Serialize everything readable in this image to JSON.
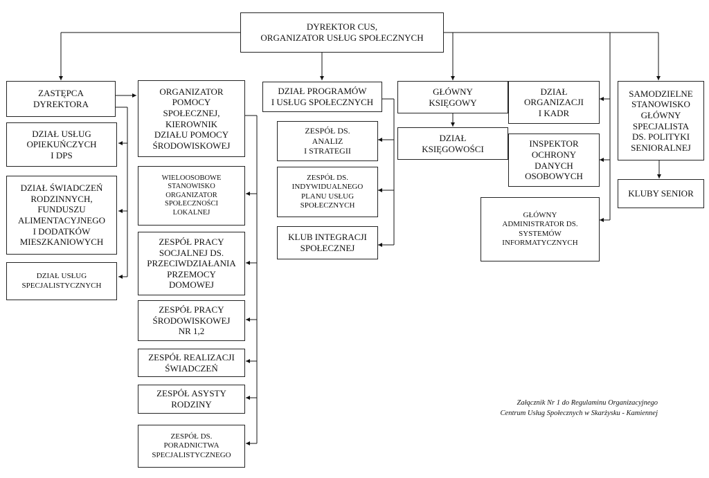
{
  "director": "DYREKTOR CUS,\nORGANIZATOR USŁUG SPOŁECZNYCH",
  "deputy": "ZASTĘPCA\nDYREKTORA",
  "deputy_units": [
    "DZIAŁ USŁUG\nOPIEKUŃCZYCH\nI DPS",
    "DZIAŁ ŚWIADCZEŃ\nRODZINNYCH,\nFUNDUSZU\nALIMENTACYJNEGO\nI DODATKÓW\nMIESZKANIOWYCH",
    "DZIAŁ USŁUG\nSPECJALISTYCZNYCH"
  ],
  "organizer": "ORGANIZATOR\nPOMOCY\nSPOŁECZNEJ,\nKIEROWNIK\nDZIAŁU POMOCY\nŚRODOWISKOWEJ",
  "organizer_units": [
    "WIELOOSOBOWE\nSTANOWISKO\nORGANIZATOR\nSPOŁECZNOŚCI\nLOKALNEJ",
    "ZESPÓŁ PRACY\nSOCJALNEJ DS.\nPRZECIWDZIAŁANIA\nPRZEMOCY\nDOMOWEJ",
    "ZESPÓŁ PRACY\nŚRODOWISKOWEJ\nNR 1,2",
    "ZESPÓŁ REALIZACJI\nŚWIADCZEŃ",
    "ZESPÓŁ ASYSTY\nRODZINY",
    "ZESPÓŁ DS.\nPORADNICTWA\nSPECJALISTYCZNEGO"
  ],
  "programs": "DZIAŁ PROGRAMÓW\nI USŁUG SPOŁECZNYCH",
  "program_units": [
    "ZESPÓŁ DS.\nANALIZ\nI STRATEGII",
    "ZESPÓŁ DS.\nINDYWIDUALNEGO\nPLANU USŁUG\nSPOŁECZNYCH",
    "KLUB INTEGRACJI\nSPOŁECZNEJ"
  ],
  "accountant": "GŁÓWNY\nKSIĘGOWY",
  "accounting": "DZIAŁ\nKSIĘGOWOŚCI",
  "hr": "DZIAŁ\nORGANIZACJI\nI KADR",
  "data_protection": "INSPEKTOR\nOCHRONY\nDANYCH\nOSOBOWYCH",
  "it_admin": "GŁÓWNY\nADMINISTRATOR DS.\nSYSTEMÓW\nINFORMATYCZNYCH",
  "senior_policy": "SAMODZIELNE\nSTANOWISKO\nGŁÓWNY\nSPECJALISTA\nDS. POLITYKI\nSENIORALNEJ",
  "senior_clubs": "KLUBY SENIOR",
  "footnote": {
    "line1": "Załącznik Nr 1 do Regulaminu Organizacyjnego",
    "line2": "Centrum Usług Społecznych w Skarżysku - Kamiennej"
  }
}
